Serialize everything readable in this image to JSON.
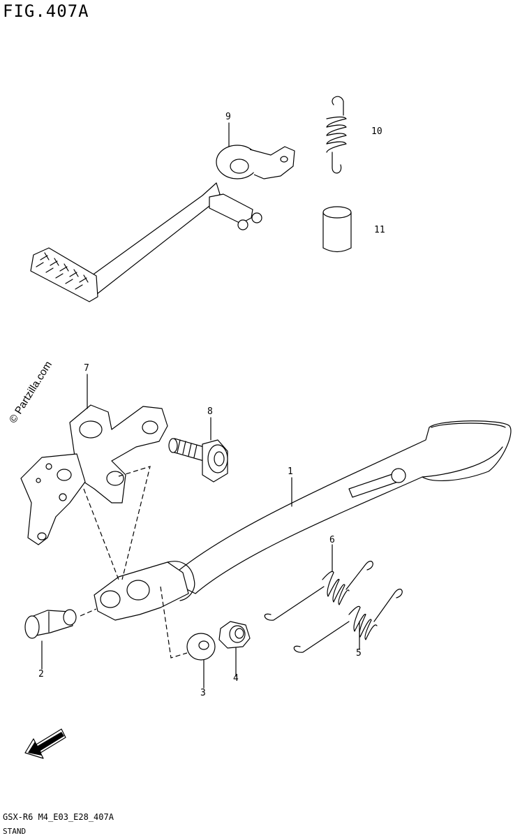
{
  "figure": {
    "title": "FIG.407A",
    "code": "GSX-R6 M4_E03_E28_407A",
    "name": "STAND",
    "watermark": "© Partzilla.com",
    "fwd_label": "FWD"
  },
  "callouts": [
    {
      "id": "c1",
      "number": "1"
    },
    {
      "id": "c2",
      "number": "2"
    },
    {
      "id": "c3",
      "number": "3"
    },
    {
      "id": "c4",
      "number": "4"
    },
    {
      "id": "c5",
      "number": "5"
    },
    {
      "id": "c6",
      "number": "6"
    },
    {
      "id": "c7",
      "number": "7"
    },
    {
      "id": "c8",
      "number": "8"
    },
    {
      "id": "c9",
      "number": "9"
    },
    {
      "id": "c10",
      "number": "10"
    },
    {
      "id": "c11",
      "number": "11"
    }
  ]
}
